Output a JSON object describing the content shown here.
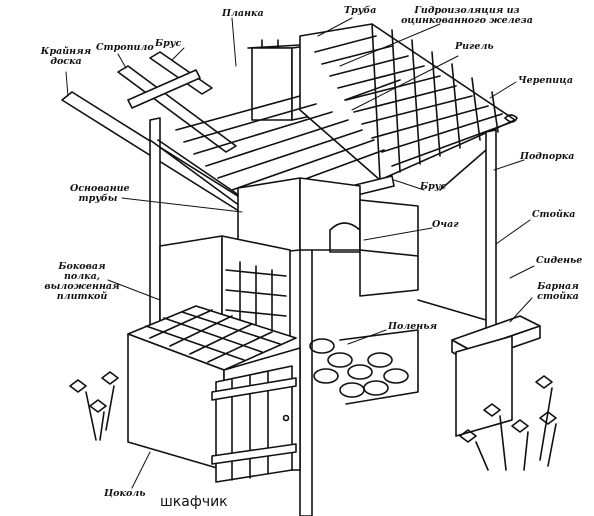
{
  "labels": {
    "truba": "Труба",
    "gidroizolyaciya": "Гидроизоляция из оцинкованного железа",
    "planka": "Планка",
    "brus_top": "Брус",
    "stropilo": "Стропило",
    "krainyaya_doska": "Крайняя доска",
    "rigel": "Ригель",
    "cherepica": "Черепица",
    "podporka": "Подпорка",
    "osnovanie_truby": "Основание трубы",
    "brus_mid": "Брус",
    "ochag": "Очаг",
    "stoika": "Стойка",
    "bokovaya_polka": "Боковая полка, выложенная плиткой",
    "sidenie": "Сиденье",
    "barnaya_stoika": "Барная стойка",
    "polenya": "Поленья",
    "cokol": "Цоколь",
    "shkafchik": "шкафчик"
  }
}
